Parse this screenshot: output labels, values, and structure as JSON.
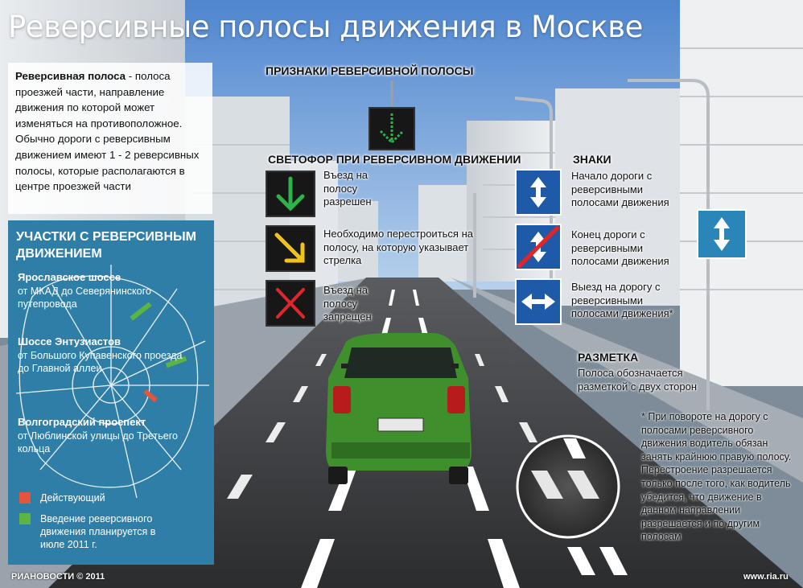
{
  "title": "Реверсивные полосы движения в Москве",
  "definition": {
    "term": "Реверсивная полоса",
    "text": " - полоса проезжей части, направление движения по которой может изменяться на противоположное. Обычно дороги с реверсивным движением имеют 1 - 2 реверсивных полосы, которые располагаются в центре проезжей части"
  },
  "signs_header": "ПРИЗНАКИ РЕВЕРСИВНОЙ ПОЛОСЫ",
  "traffic_light": {
    "header": "СВЕТОФОР ПРИ РЕВЕРСИВНОМ ДВИЖЕНИИ",
    "items": [
      {
        "label": "Въезд на полосу разрешен",
        "icon": "green-down-arrow-icon",
        "color": "#2db34a"
      },
      {
        "label": "Необходимо перестроиться на полосу, на которую указывает стрелка",
        "icon": "yellow-diagonal-arrow-icon",
        "color": "#f2c21b"
      },
      {
        "label": "Въезд на полосу запрещен",
        "icon": "red-cross-icon",
        "color": "#e0262a"
      }
    ]
  },
  "road_signs": {
    "header": "ЗНАКИ",
    "items": [
      {
        "label": "Начало дороги с реверсивными полосами движения",
        "icon": "vertical-double-arrow-icon"
      },
      {
        "label": "Конец дороги с реверсивными полосами движения",
        "icon": "crossed-double-arrow-icon"
      },
      {
        "label": "Выезд на дорогу с реверсивными полосами движения*",
        "icon": "horizontal-double-arrow-icon"
      }
    ]
  },
  "marking": {
    "header": "РАЗМЕТКА",
    "text": "Полоса обозначается разметкой с двух сторон"
  },
  "footnote": "* При повороте на дорогу с полосами реверсивного движения водитель обязан занять крайнюю правую полосу. Перестроение разрешается только после того, как водитель убедится, что движение в данном направлении разрешается и по другим полосам",
  "sections": {
    "header": "УЧАСТКИ С РЕВЕРСИВНЫМ ДВИЖЕНИЕМ",
    "routes": [
      {
        "name": "Ярославское шоссе",
        "desc": "от МКАД до Северянинского путепровода"
      },
      {
        "name": "Шоссе Энтузиастов",
        "desc": "от Большого Купавенского проезда до Главной аллеи"
      },
      {
        "name": "Волгоградский проспект",
        "desc": "от Люблинской улицы до Третьего кольца"
      }
    ],
    "legend": [
      {
        "label": "Действующий",
        "color": "#e5553c"
      },
      {
        "label": "Введение реверсивного движения планируется в июле 2011 г.",
        "color": "#5bb540"
      }
    ]
  },
  "credits": {
    "left": "РИАНОВОСТИ © 2011",
    "right": "www.ria.ru"
  },
  "colors": {
    "sky": "#6d9bd6",
    "road": "#3a3a3c",
    "map_bg": "#2f7ea8",
    "sign_blue": "#1f5aa8",
    "car": "#3f8f2d"
  }
}
